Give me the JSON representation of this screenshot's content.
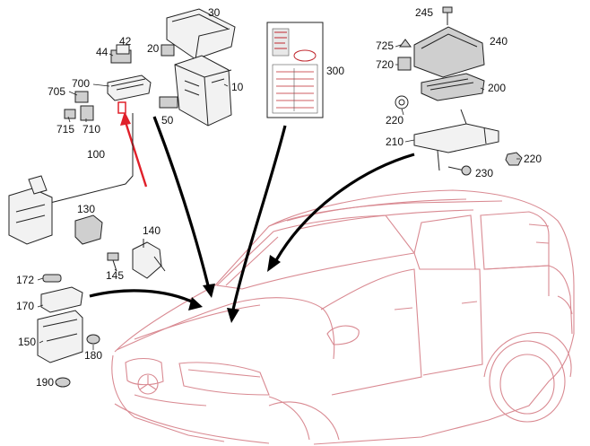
{
  "diagram": {
    "callouts": [
      {
        "id": "c30",
        "text": "30"
      },
      {
        "id": "c44",
        "text": "44"
      },
      {
        "id": "c42",
        "text": "42"
      },
      {
        "id": "c20",
        "text": "20"
      },
      {
        "id": "c705",
        "text": "705"
      },
      {
        "id": "c700",
        "text": "700"
      },
      {
        "id": "c10",
        "text": "10"
      },
      {
        "id": "c715",
        "text": "715"
      },
      {
        "id": "c710",
        "text": "710"
      },
      {
        "id": "c50",
        "text": "50"
      },
      {
        "id": "c100",
        "text": "100"
      },
      {
        "id": "c300",
        "text": "300"
      },
      {
        "id": "c245",
        "text": "245"
      },
      {
        "id": "c725",
        "text": "725"
      },
      {
        "id": "c240",
        "text": "240"
      },
      {
        "id": "c720",
        "text": "720"
      },
      {
        "id": "c200",
        "text": "200"
      },
      {
        "id": "c220a",
        "text": "220"
      },
      {
        "id": "c210",
        "text": "210"
      },
      {
        "id": "c230",
        "text": "230"
      },
      {
        "id": "c220b",
        "text": "220"
      },
      {
        "id": "c130",
        "text": "130"
      },
      {
        "id": "c140",
        "text": "140"
      },
      {
        "id": "c145",
        "text": "145"
      },
      {
        "id": "c172",
        "text": "172"
      },
      {
        "id": "c170",
        "text": "170"
      },
      {
        "id": "c150",
        "text": "150"
      },
      {
        "id": "c180",
        "text": "180"
      },
      {
        "id": "c190",
        "text": "190"
      }
    ],
    "colors": {
      "vehicle_outline": "#d98a92",
      "highlight_arrow": "#e0202a",
      "leader_arrow": "#000000",
      "label_card_mark": "#c0282f"
    }
  }
}
